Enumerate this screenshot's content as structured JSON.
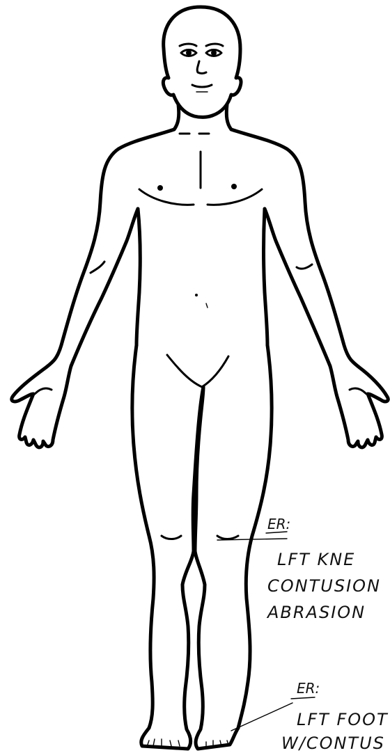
{
  "figure": {
    "view": "anterior",
    "line_color": "#000000",
    "background": "#ffffff"
  },
  "annotations": {
    "knee": {
      "tag": "ER:",
      "line1": "LFT KNE",
      "line2": "CONTUSION",
      "line3": "ABRASION"
    },
    "foot": {
      "tag": "ER:",
      "line1": "LFT FOOT",
      "line2": "W/CONTUS"
    }
  }
}
